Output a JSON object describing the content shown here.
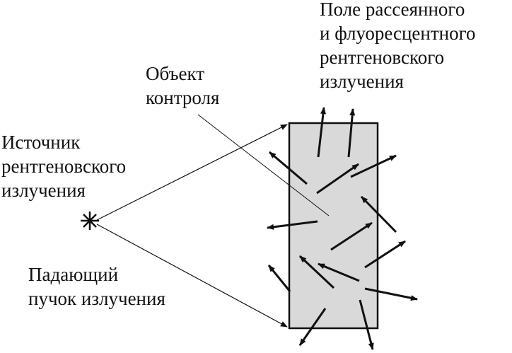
{
  "labels": {
    "scattered_field": {
      "line1": "Поле рассеянного",
      "line2": "и флуоресцентного",
      "line3": "рентгеновского",
      "line4": "излучения"
    },
    "test_object": {
      "line1": "Объект",
      "line2": "контроля"
    },
    "xray_source": {
      "line1": "Источник",
      "line2": "рентгеновского",
      "line3": "излучения"
    },
    "incident_beam": {
      "line1": "Падающий",
      "line2": "пучок излучения"
    }
  },
  "colors": {
    "object_fill": "#d9d9d9",
    "stroke": "#111111",
    "background": "#ffffff"
  },
  "icons": {
    "source": "asterisk-star-icon",
    "arrows": "arrow-icon"
  }
}
